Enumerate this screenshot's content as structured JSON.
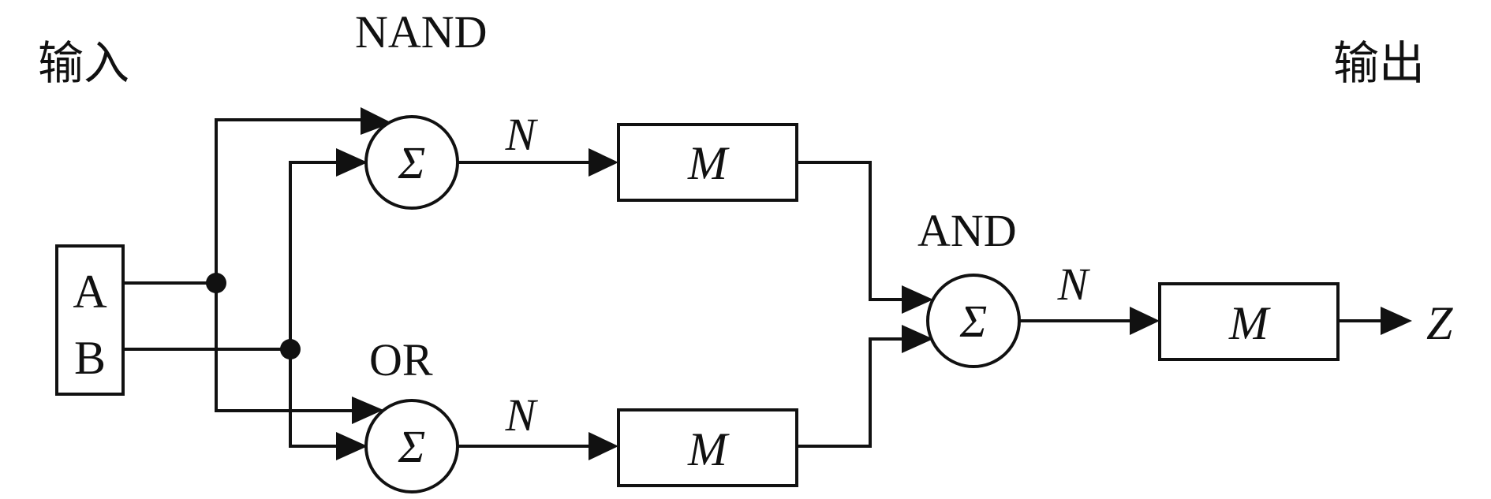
{
  "labels": {
    "input": "输入",
    "output": "输出",
    "nand": "NAND",
    "or": "OR",
    "and": "AND"
  },
  "inputs": {
    "a": "A",
    "b": "B"
  },
  "nodes": {
    "sum_symbol": "Σ",
    "signal": "N",
    "block": "M",
    "result": "Z"
  }
}
